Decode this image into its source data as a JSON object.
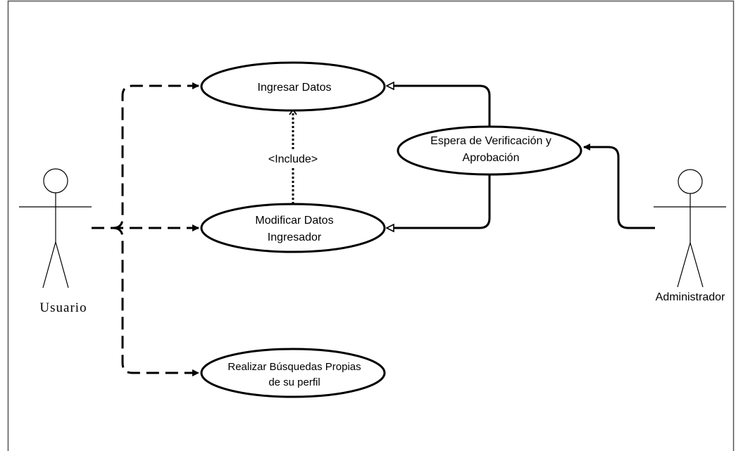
{
  "diagram": {
    "type": "use-case",
    "actors": {
      "usuario": {
        "label": "Usuario"
      },
      "administrador": {
        "label": "Administrador"
      }
    },
    "use_cases": {
      "ingresar_datos": {
        "lines": [
          "Ingresar Datos"
        ]
      },
      "modificar_datos": {
        "lines": [
          "Modificar Datos",
          "Ingresador"
        ]
      },
      "espera_verificacion": {
        "lines": [
          "Espera de Verificación y",
          "Aprobación"
        ]
      },
      "realizar_busquedas": {
        "lines": [
          "Realizar Búsquedas Propias",
          "de su perfil"
        ]
      }
    },
    "include_label": "<Include>",
    "relations": [
      {
        "from": "usuario",
        "to": "ingresar_datos",
        "style": "dashed"
      },
      {
        "from": "usuario",
        "to": "modificar_datos",
        "style": "dashed"
      },
      {
        "from": "usuario",
        "to": "realizar_busquedas",
        "style": "dashed"
      },
      {
        "from": "modificar_datos",
        "to": "ingresar_datos",
        "style": "dotted",
        "label": "<Include>"
      },
      {
        "from": "espera_verificacion",
        "to": "ingresar_datos",
        "style": "generalization"
      },
      {
        "from": "espera_verificacion",
        "to": "modificar_datos",
        "style": "generalization"
      },
      {
        "from": "administrador",
        "to": "espera_verificacion",
        "style": "association"
      }
    ],
    "colors": {
      "stroke": "#000000",
      "background": "#ffffff",
      "frame": "#555555"
    }
  }
}
